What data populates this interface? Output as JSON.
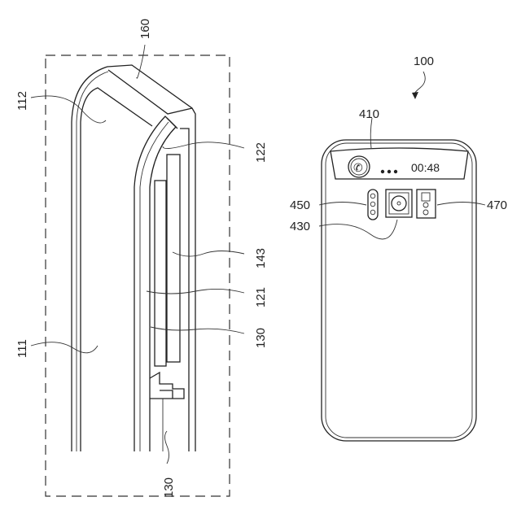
{
  "figure": {
    "side_view": {
      "labels": {
        "l160": "160",
        "l112": "112",
        "l122": "122",
        "l143": "143",
        "l121": "121",
        "l130a": "130",
        "l111": "111",
        "l130b": "130"
      }
    },
    "rear_view": {
      "labels": {
        "l100": "100",
        "l410": "410",
        "l450": "450",
        "l430": "430",
        "l470": "470"
      },
      "display": {
        "time": "00:48",
        "icon": "phone-icon"
      }
    }
  }
}
